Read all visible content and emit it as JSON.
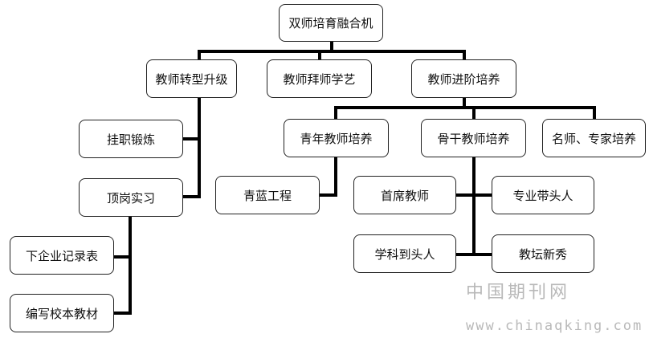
{
  "nodes": {
    "root": "双师培育融合机",
    "transform": "教师转型升级",
    "apprentice": "教师拜师学艺",
    "advance": "教师进阶培养",
    "guazhi": "挂职锻炼",
    "dinggang": "顶岗实习",
    "xiaqiye": "下企业记录表",
    "bianxie": "编写校本教材",
    "qingnian": "青年教师培养",
    "gugan": "骨干教师培养",
    "mingshi": "名师、专家培养",
    "qinglan": "青蓝工程",
    "shouxi": "首席教师",
    "zhuanye": "专业带头人",
    "xueke": "学科到头人",
    "jiaotan": "教坛新秀"
  },
  "watermark": {
    "site_cn": "中国期刊网",
    "url": "www.chinaqking.com"
  },
  "colors": {
    "line": "#000000",
    "border": "#222222",
    "watermark": "#b9b9b9"
  }
}
